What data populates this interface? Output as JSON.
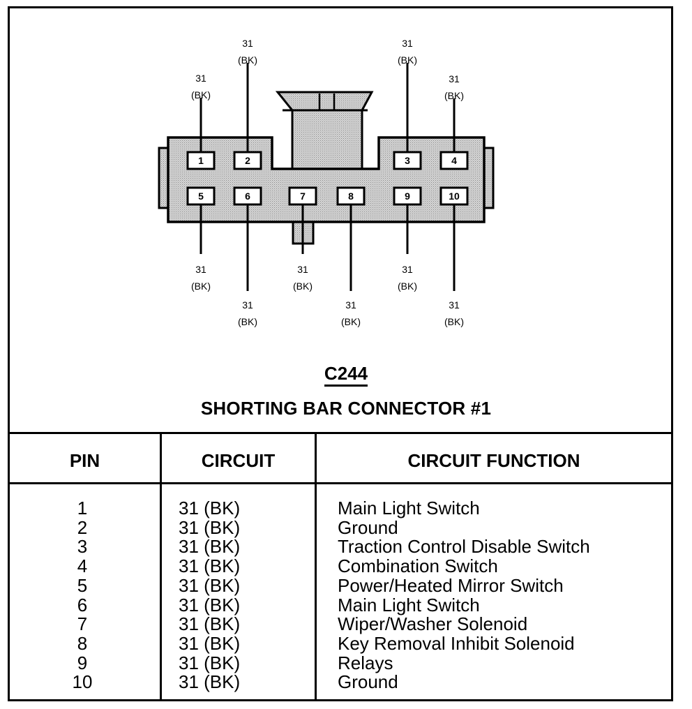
{
  "connector": {
    "code": "C244",
    "name": "SHORTING BAR CONNECTOR #1",
    "pins": [
      {
        "pin": "1",
        "wire": "31",
        "color": "(BK)"
      },
      {
        "pin": "2",
        "wire": "31",
        "color": "(BK)"
      },
      {
        "pin": "3",
        "wire": "31",
        "color": "(BK)"
      },
      {
        "pin": "4",
        "wire": "31",
        "color": "(BK)"
      },
      {
        "pin": "5",
        "wire": "31",
        "color": "(BK)"
      },
      {
        "pin": "6",
        "wire": "31",
        "color": "(BK)"
      },
      {
        "pin": "7",
        "wire": "31",
        "color": "(BK)"
      },
      {
        "pin": "8",
        "wire": "31",
        "color": "(BK)"
      },
      {
        "pin": "9",
        "wire": "31",
        "color": "(BK)"
      },
      {
        "pin": "10",
        "wire": "31",
        "color": "(BK)"
      }
    ]
  },
  "table": {
    "headers": {
      "pin": "PIN",
      "circuit": "CIRCUIT",
      "function": "CIRCUIT FUNCTION"
    },
    "rows": [
      {
        "pin": "1",
        "circuit": "31 (BK)",
        "function": "Main Light Switch"
      },
      {
        "pin": "2",
        "circuit": "31 (BK)",
        "function": "Ground"
      },
      {
        "pin": "3",
        "circuit": "31 (BK)",
        "function": "Traction Control Disable Switch"
      },
      {
        "pin": "4",
        "circuit": "31 (BK)",
        "function": "Combination Switch"
      },
      {
        "pin": "5",
        "circuit": "31 (BK)",
        "function": "Power/Heated Mirror Switch"
      },
      {
        "pin": "6",
        "circuit": "31 (BK)",
        "function": "Main Light Switch"
      },
      {
        "pin": "7",
        "circuit": "31 (BK)",
        "function": "Wiper/Washer Solenoid"
      },
      {
        "pin": "8",
        "circuit": "31 (BK)",
        "function": "Key Removal Inhibit Solenoid"
      },
      {
        "pin": "9",
        "circuit": "31 (BK)",
        "function": "Relays"
      },
      {
        "pin": "10",
        "circuit": "31 (BK)",
        "function": "Ground"
      }
    ]
  },
  "colors": {
    "ink": "#000000",
    "shade": "#c8c8c8",
    "paper": "#ffffff"
  }
}
